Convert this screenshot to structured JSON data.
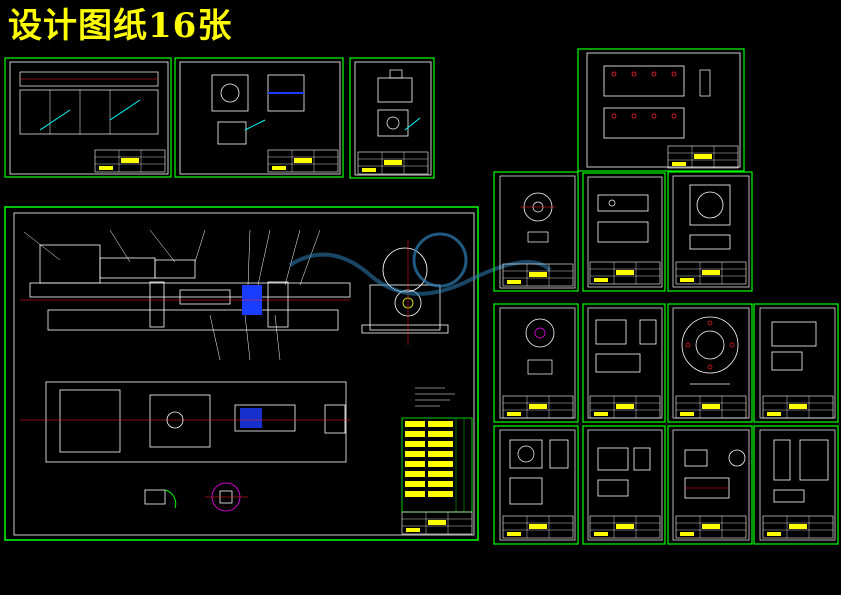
{
  "page_title": "设计图纸16张",
  "colors": {
    "background": "#000000",
    "title": "#ffff00",
    "frame": "#00ff00",
    "inner": "#ffffff",
    "accent_blue": "#1a3cff",
    "accent_magenta": "#ff00ff",
    "accent_red": "#ff2020",
    "accent_cyan": "#00ffff",
    "table_fill": "#ffff00",
    "watermark": "#2e7fb8"
  },
  "sheets": {
    "main_assembly": "main-assembly-drawing",
    "top_row_count": 4,
    "grid_sheet_count": 11
  }
}
